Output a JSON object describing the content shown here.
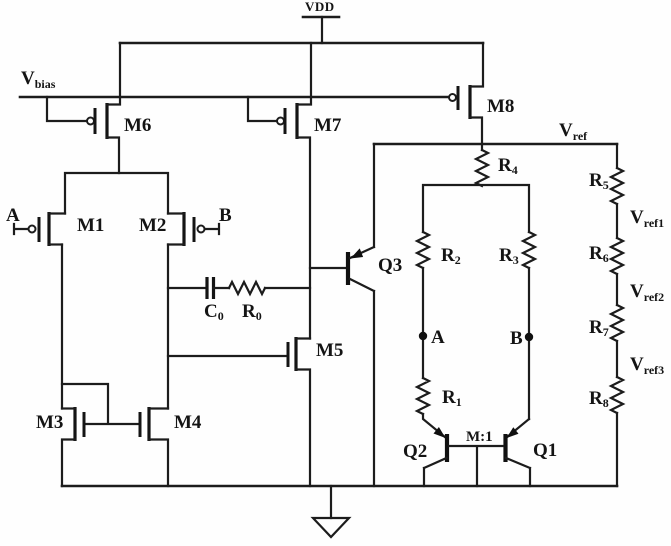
{
  "schematic": {
    "supplies": {
      "vdd": "VDD",
      "vbias": {
        "base": "V",
        "sub": "bias"
      }
    },
    "outputs": {
      "vref": {
        "base": "V",
        "sub": "ref"
      },
      "vref1": {
        "base": "V",
        "sub": "ref1"
      },
      "vref2": {
        "base": "V",
        "sub": "ref2"
      },
      "vref3": {
        "base": "V",
        "sub": "ref3"
      }
    },
    "mosfets": {
      "m1": "M1",
      "m2": "M2",
      "m3": "M3",
      "m4": "M4",
      "m5": "M5",
      "m6": "M6",
      "m7": "M7",
      "m8": "M8"
    },
    "bjts": {
      "q1": "Q1",
      "q2": "Q2",
      "q3": "Q3"
    },
    "emitter_ratio": "M:1",
    "passives": {
      "c0": {
        "base": "C",
        "sub": "0"
      },
      "r0": {
        "base": "R",
        "sub": "0"
      },
      "r1": {
        "base": "R",
        "sub": "1"
      },
      "r2": {
        "base": "R",
        "sub": "2"
      },
      "r3": {
        "base": "R",
        "sub": "3"
      },
      "r4": {
        "base": "R",
        "sub": "4"
      },
      "r5": {
        "base": "R",
        "sub": "5"
      },
      "r6": {
        "base": "R",
        "sub": "6"
      },
      "r7": {
        "base": "R",
        "sub": "7"
      },
      "r8": {
        "base": "R",
        "sub": "8"
      }
    },
    "nodes": {
      "input_a": "A",
      "input_b": "B",
      "node_a": "A",
      "node_b": "B"
    },
    "ink": "#1c1c1c",
    "paper": "#fefefe"
  }
}
